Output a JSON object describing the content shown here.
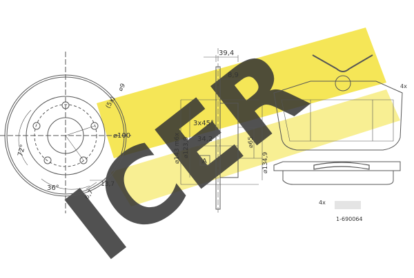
{
  "watermark": {
    "text": "ICER",
    "colors": {
      "blue": "#3c46b4",
      "yellow": "#f3e23a"
    }
  },
  "disc_front": {
    "pattern": "(5x)",
    "hole_dia": "⌀9",
    "center_dia": "⌀100",
    "angle_72": "72°",
    "angle_36": "36°",
    "dim_13_7": "13,7",
    "dim_6_7": "6,7"
  },
  "disc_section": {
    "thickness": "39,4",
    "hat_depth": "8,9",
    "chamfer": "3x45°",
    "hub_depth": "34,2",
    "outer_dia": "⌀143 m6x",
    "inner_dia": "⌀123,9",
    "bore_dia": "⌀65",
    "hub_dia": "⌀134,9",
    "view_label": "A"
  },
  "pads": {
    "count_top": "4x",
    "count_bottom": "4x",
    "part_number": "1-690064"
  },
  "colors": {
    "line": "#555555",
    "frame": "#444444"
  }
}
